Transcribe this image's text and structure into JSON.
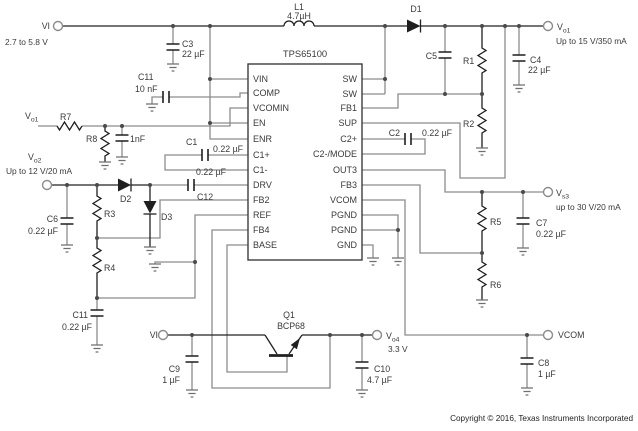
{
  "chip": {
    "name": "TPS65100",
    "left_pins": [
      "VIN",
      "COMP",
      "VCOMIN",
      "EN",
      "ENR",
      "C1+",
      "C1-",
      "DRV",
      "FB2",
      "REF",
      "FB4",
      "BASE"
    ],
    "right_pins": [
      "SW",
      "SW",
      "FB1",
      "SUP",
      "C2+",
      "C2-/MODE",
      "OUT3",
      "FB3",
      "VCOM",
      "PGND",
      "PGND",
      "GND"
    ]
  },
  "terminals": {
    "vi_top": {
      "label": "VI",
      "desc": "2.7 to 5.8 V"
    },
    "vo1": {
      "base": "V",
      "sub": "o1",
      "desc": "Up to 15 V/350 mA"
    },
    "vo1_sense": {
      "base": "V",
      "sub": "o1"
    },
    "vo2": {
      "base": "V",
      "sub": "o2",
      "desc": "Up to 12 V/20 mA"
    },
    "vs3": {
      "base": "V",
      "sub": "s3",
      "desc": "up to 30 V/20 mA"
    },
    "vo4": {
      "base": "V",
      "sub": "o4",
      "desc": "3.3 V"
    },
    "vcom": {
      "label": "VCOM"
    },
    "vi_bottom": {
      "label": "VI"
    }
  },
  "components": {
    "l1": {
      "ref": "L1",
      "value": "4.7µH"
    },
    "d1": {
      "ref": "D1"
    },
    "d2": {
      "ref": "D2"
    },
    "d3": {
      "ref": "D3"
    },
    "q1": {
      "ref": "Q1",
      "value": "BCP68"
    },
    "r1": {
      "ref": "R1"
    },
    "r2": {
      "ref": "R2"
    },
    "r3": {
      "ref": "R3"
    },
    "r4": {
      "ref": "R4"
    },
    "r5": {
      "ref": "R5"
    },
    "r6": {
      "ref": "R6"
    },
    "r7": {
      "ref": "R7"
    },
    "r8": {
      "ref": "R8"
    },
    "c1": {
      "ref": "C1",
      "value": "0.22 µF"
    },
    "c2": {
      "ref": "C2",
      "value": "0.22 µF"
    },
    "c3": {
      "ref": "C3",
      "value": "22 µF"
    },
    "c4": {
      "ref": "C4",
      "value": "22 µF"
    },
    "c5": {
      "ref": "C5"
    },
    "c6": {
      "ref": "C6",
      "value": "0.22 µF"
    },
    "c7": {
      "ref": "C7",
      "value": "0.22 µF"
    },
    "c8": {
      "ref": "C8",
      "value": "1 µF"
    },
    "c9": {
      "ref": "C9",
      "value": "1 µF"
    },
    "c10": {
      "ref": "C10",
      "value": "4.7 µF"
    },
    "c11_top": {
      "ref": "C11",
      "value": "10 nF"
    },
    "c11_bottom": {
      "ref": "C11",
      "value": "0.22 µF"
    },
    "c12": {
      "ref": "C12",
      "value": "0.22 µF"
    },
    "c_1nf": {
      "value": "1nF"
    }
  },
  "colors": {
    "wire": "#8c8c8c",
    "component": "#1f1f1f",
    "text": "#3a3a3a"
  },
  "footer": {
    "copyright": "Copyright © 2016, Texas Instruments Incorporated"
  }
}
